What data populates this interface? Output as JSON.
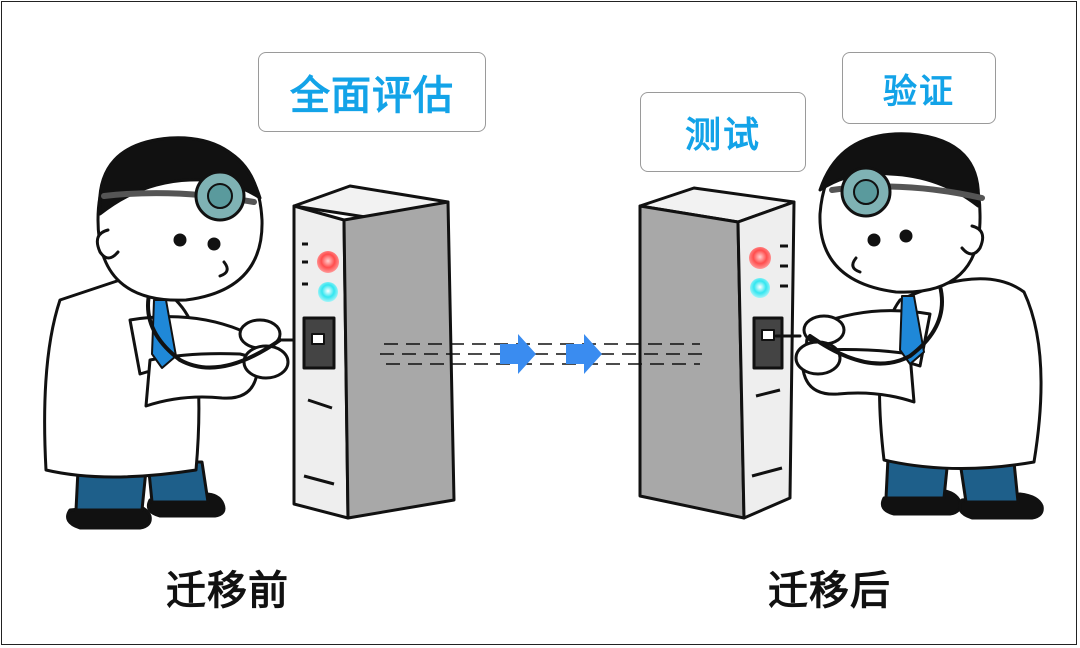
{
  "labels": {
    "assessment": "全面评估",
    "testing": "测试",
    "verification": "验证"
  },
  "captions": {
    "before": "迁移前",
    "after": "迁移后"
  },
  "colors": {
    "label_text": "#13a3e8",
    "arrow": "#3a8cf0",
    "light_red": "#ff4d4d",
    "light_cyan": "#33e6f0",
    "cabinet": "#a8a8a8",
    "coat": "#ffffff",
    "pants": "#1e5f8a"
  },
  "icons": [
    "doctor-before",
    "cabinet-before",
    "cabinet-after",
    "doctor-after",
    "arrow-right-icon",
    "arrow-right-icon"
  ]
}
